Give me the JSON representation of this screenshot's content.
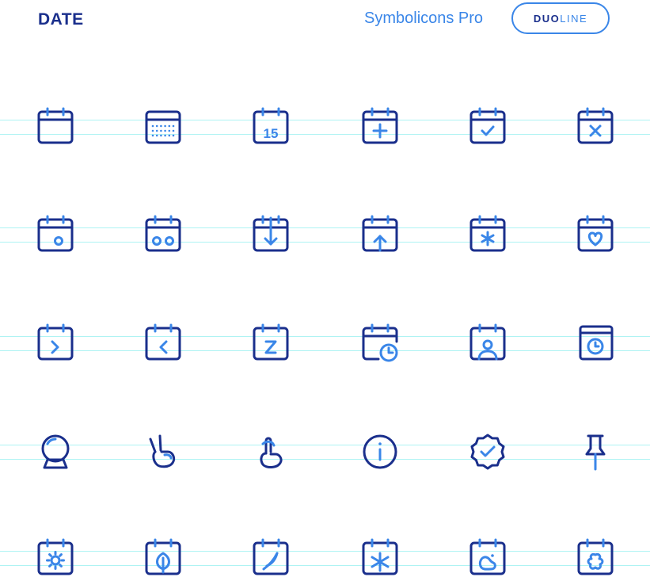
{
  "header": {
    "title": "DATE",
    "brand": "Symbolicons Pro",
    "style_bold": "DUO",
    "style_light": "LINE"
  },
  "colors": {
    "primary": "#1a2f8c",
    "accent": "#3a86e8",
    "guide": "#aef3f3",
    "background": "#ffffff"
  },
  "icon_rows": [
    [
      "calendar-icon",
      "calendar-grid-icon",
      "calendar-15-icon",
      "calendar-add-icon",
      "calendar-check-icon",
      "calendar-remove-icon"
    ],
    [
      "calendar-event-icon",
      "calendar-two-events-icon",
      "calendar-download-icon",
      "calendar-upload-icon",
      "calendar-star-icon",
      "calendar-heart-icon"
    ],
    [
      "calendar-next-icon",
      "calendar-previous-icon",
      "calendar-z-icon",
      "calendar-clock-icon",
      "calendar-user-icon",
      "calendar-book-icon"
    ],
    [
      "crystal-ball-icon",
      "victory-hand-icon",
      "crossed-fingers-icon",
      "info-icon",
      "badge-check-icon",
      "push-pin-icon"
    ],
    [
      "calendar-sun-icon",
      "calendar-leaf-icon",
      "calendar-feather-icon",
      "calendar-snowflake-icon",
      "calendar-blob-icon",
      "calendar-flower-icon"
    ]
  ],
  "calendar_day": "15"
}
